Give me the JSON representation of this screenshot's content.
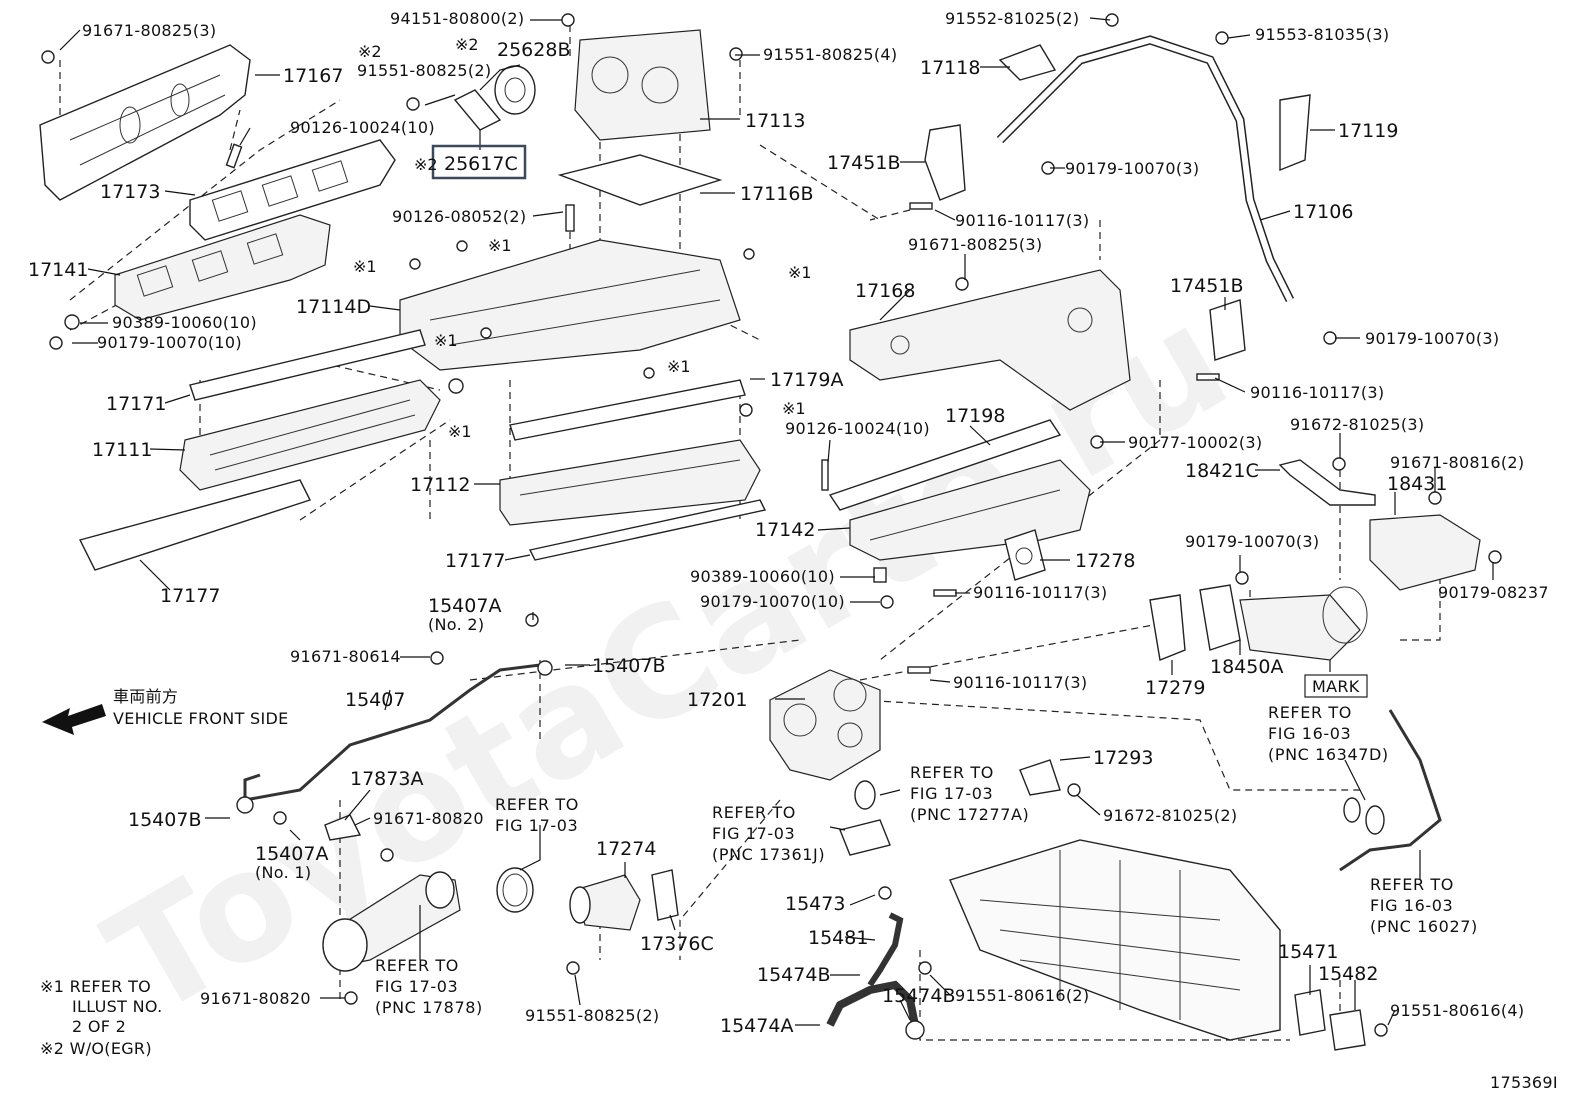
{
  "watermark": "ToyotaCarte.ru",
  "parts": {
    "p17167": "17167",
    "p17173": "17173",
    "p17141": "17141",
    "p17114D": "17114D",
    "p17171": "17171",
    "p17111": "17111",
    "p17177a": "17177",
    "p17177b": "17177",
    "p17112": "17112",
    "p17179A": "17179A",
    "p17113": "17113",
    "p17116B": "17116B",
    "p25628B": "25628B",
    "p25617C": "25617C",
    "p17118": "17118",
    "p17119": "17119",
    "p17451Ba": "17451B",
    "p17451Bb": "17451B",
    "p17106": "17106",
    "p17168": "17168",
    "p17198": "17198",
    "p17142": "17142",
    "p17278": "17278",
    "p18421C": "18421C",
    "p18431": "18431",
    "p17279": "17279",
    "p18450A": "18450A",
    "p17201": "17201",
    "p17293": "17293",
    "p15407A_top": "15407A",
    "p15407B_top": "15407B",
    "p15407": "15407",
    "p17873A": "17873A",
    "p15407B_left": "15407B",
    "p15407A_left": "15407A",
    "p17274": "17274",
    "p17376C": "17376C",
    "p15473": "15473",
    "p15481": "15481",
    "p15474B_a": "15474B",
    "p15474B_b": "15474B",
    "p15474A": "15474A",
    "p15471": "15471",
    "p15482": "15482"
  },
  "fasteners": {
    "f1": "91671-80825(3)",
    "f2": "94151-80800(2)",
    "f3": "91551-80825(2)",
    "f4": "91551-80825(4)",
    "f5": "90126-10024(10)",
    "f6": "90126-08052(2)",
    "f7": "90389-10060(10)",
    "f8": "90179-10070(10)",
    "f9": "91552-81025(2)",
    "f10": "91553-81035(3)",
    "f11": "90179-10070(3)",
    "f12": "90116-10117(3)",
    "f13": "91671-80825(3)",
    "f14": "90179-10070(3)",
    "f15": "90116-10117(3)",
    "f16": "90126-10024(10)",
    "f17": "90177-10002(3)",
    "f18": "91672-81025(3)",
    "f19": "91671-80816(2)",
    "f20": "90179-10070(3)",
    "f21": "90179-08237",
    "f22": "90389-10060(10)",
    "f23": "90179-10070(10)",
    "f24": "90116-10117(3)",
    "f25": "90116-10117(3)",
    "f26": "91671-80614",
    "f27": "91671-80820",
    "f28": "91671-80820",
    "f29": "91551-80825(2)",
    "f30": "91672-81025(2)",
    "f31": "91551-80616(2)",
    "f32": "91551-80616(4)"
  },
  "sub_labels": {
    "no2": "(No. 2)",
    "no1": "(No. 1)",
    "mark": "MARK"
  },
  "notes": {
    "x2": "※2",
    "x1": "※1",
    "front_jp": "車両前方",
    "front_en": "VEHICLE FRONT SIDE",
    "legend1_line1": "※1 REFER TO",
    "legend1_line2": "ILLUST NO.",
    "legend1_line3": "2 OF 2",
    "legend2": "※2 W/O(EGR)",
    "figure_id": "175369I"
  },
  "refers": {
    "r1": [
      "REFER TO",
      "FIG 16-03",
      "(PNC 16347D)"
    ],
    "r2": [
      "REFER TO",
      "FIG 17-03",
      "(PNC 17277A)"
    ],
    "r3": [
      "REFER TO",
      "FIG 17-03",
      "(PNC 17361J)"
    ],
    "r4": [
      "REFER TO",
      "FIG 17-03"
    ],
    "r5": [
      "REFER TO",
      "FIG 17-03",
      "(PNC 17878)"
    ],
    "r6": [
      "REFER TO",
      "FIG 16-03",
      "(PNC 16027)"
    ]
  },
  "colors": {
    "highlight_box": "#3a4a5c"
  }
}
